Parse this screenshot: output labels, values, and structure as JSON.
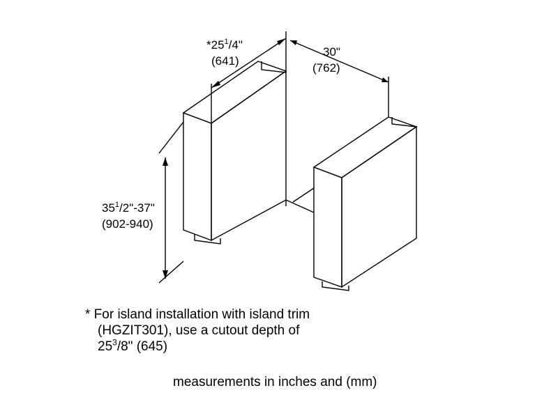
{
  "dimensions": {
    "depth_in_whole": "*25",
    "depth_in_num": "1",
    "depth_in_den": "/4\"",
    "depth_mm": "(641)",
    "width_in": "30\"",
    "width_mm": "(762)",
    "height_in_whole": "35",
    "height_in_num": "1",
    "height_in_den": "/2\"-37\"",
    "height_mm": "(902-940)"
  },
  "note": {
    "line1": "* For island installation with island trim",
    "line2": "(HGZIT301), use a cutout depth of",
    "line3_whole": "25",
    "line3_num": "3",
    "line3_rest": "/8\" (645)"
  },
  "footer": "measurements in inches and (mm)"
}
